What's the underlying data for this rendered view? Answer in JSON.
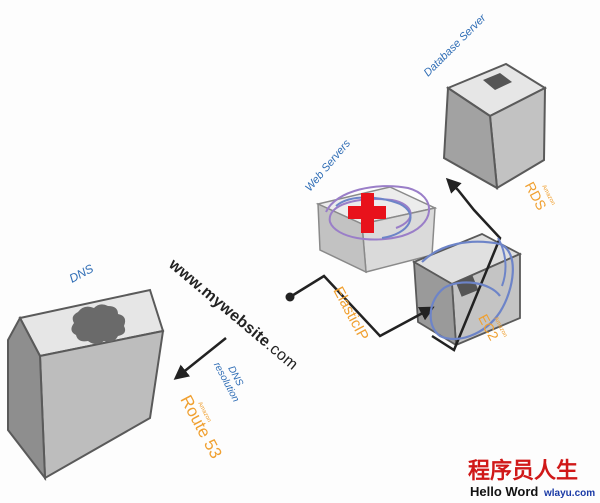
{
  "labels": {
    "dns": "DNS",
    "web_servers": "Web Servers",
    "database_server": "Database Server",
    "website": "www.mywebsite.com",
    "website_parts": [
      "www.",
      "mywebsite",
      ".com"
    ],
    "dns_resolution": [
      "DNS",
      "resolution"
    ],
    "route53_small": "Amazon",
    "route53": "Route 53",
    "elasticip": "ElasticIP",
    "ec2_small": "Amazon",
    "ec2": "EC2",
    "rds_small": "Amazon",
    "rds": "RDS"
  },
  "watermark": {
    "chinese": "程序员人生",
    "hello": "Hello Word",
    "site": "wlayu.com"
  },
  "colors": {
    "label_blue": "#2f6db5",
    "label_orange": "#f0a030",
    "annotation_red": "#e8121b",
    "scribble_blue": "#6d84c8",
    "scribble_purple": "#9a7ec8",
    "watermark_red": "#d01818",
    "watermark_blue": "#1a3aa6"
  }
}
